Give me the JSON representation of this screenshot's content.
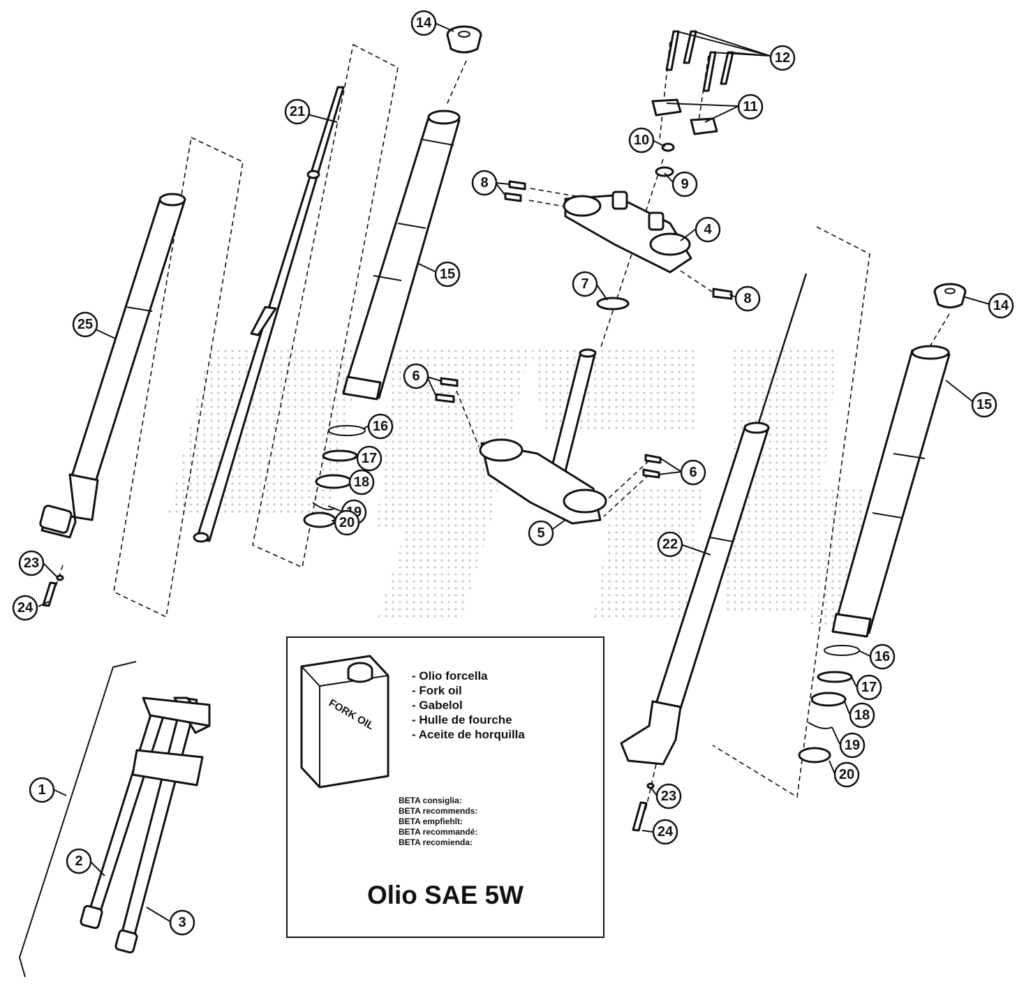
{
  "callouts": [
    {
      "label": "14"
    },
    {
      "label": "12"
    },
    {
      "label": "21"
    },
    {
      "label": "11"
    },
    {
      "label": "10"
    },
    {
      "label": "8"
    },
    {
      "label": "9"
    },
    {
      "label": "4"
    },
    {
      "label": "25"
    },
    {
      "label": "15"
    },
    {
      "label": "7"
    },
    {
      "label": "8"
    },
    {
      "label": "14"
    },
    {
      "label": "6"
    },
    {
      "label": "15"
    },
    {
      "label": "16"
    },
    {
      "label": "17"
    },
    {
      "label": "18"
    },
    {
      "label": "6"
    },
    {
      "label": "19"
    },
    {
      "label": "20"
    },
    {
      "label": "5"
    },
    {
      "label": "23"
    },
    {
      "label": "22"
    },
    {
      "label": "24"
    },
    {
      "label": "16"
    },
    {
      "label": "17"
    },
    {
      "label": "18"
    },
    {
      "label": "19"
    },
    {
      "label": "20"
    },
    {
      "label": "23"
    },
    {
      "label": "24"
    },
    {
      "label": "1"
    },
    {
      "label": "2"
    },
    {
      "label": "3"
    }
  ],
  "oil_box": {
    "can_label": "FORK OIL",
    "languages": [
      "Olio forcella",
      "Fork oil",
      "Gabelol",
      "Hulle de fourche",
      "Aceite de horquilla"
    ],
    "recommend_lines": [
      "BETA consiglia:",
      "BETA recommends:",
      "BETA empfiehlt:",
      "BETA recommandé:",
      "BETA recomienda:"
    ],
    "oil_spec": "Olio SAE 5W"
  },
  "colors": {
    "line": "#111111",
    "background": "#ffffff",
    "watermark": "#c8c8c8"
  }
}
